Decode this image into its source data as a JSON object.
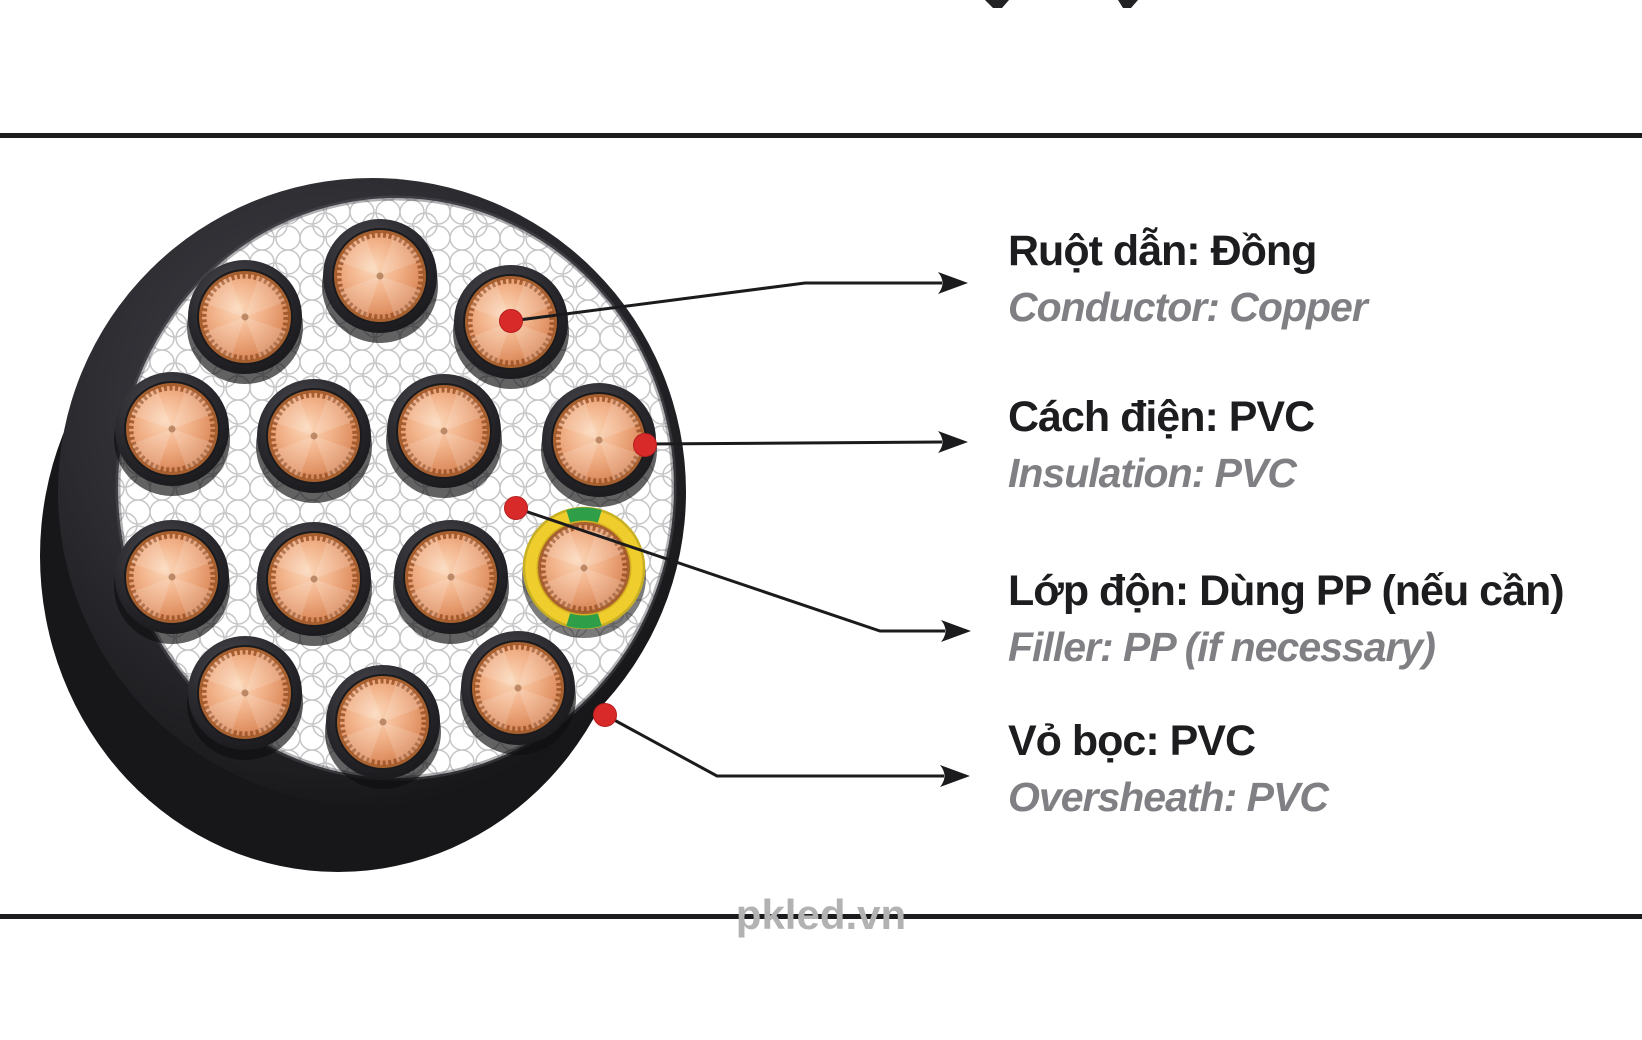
{
  "labels": [
    {
      "vi": "Ruột dẫn: Đồng",
      "en": "Conductor: Copper"
    },
    {
      "vi": "Cách điện: PVC",
      "en": "Insulation: PVC"
    },
    {
      "vi": "Lớp độn: Dùng PP (nếu cần)",
      "en": "Filler: PP (if necessary)"
    },
    {
      "vi": "Vỏ bọc: PVC",
      "en": "Oversheath: PVC"
    }
  ],
  "watermark": "pkled.vn",
  "diagram": {
    "type": "cable-cross-section",
    "total_cores": 14,
    "insulated_cores": 13,
    "earth_cores": 1
  },
  "colors": {
    "marker_red": "#d92a2a",
    "copper": "#f2b289",
    "sheath_black": "#2b2b30",
    "earth_yellow": "#eecd2d",
    "earth_green": "#2f9e48",
    "label_dark": "#1d1d20",
    "label_gray": "#808084",
    "rule_black": "#1c1c1e",
    "watermark_gray": "#b2b2b2"
  }
}
